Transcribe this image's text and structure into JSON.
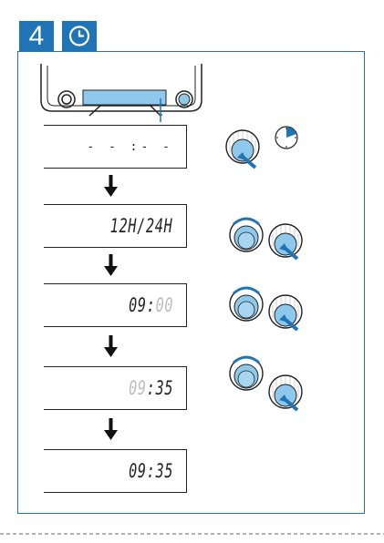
{
  "header": {
    "step_number": "4",
    "clock_icon": "clock-icon"
  },
  "colors": {
    "accent": "#1f74b6",
    "knob_blue": "#8ec9ec",
    "ink": "#222222",
    "dim": "#bcbcbc"
  },
  "display": {
    "steps": [
      {
        "text": "- - :- -"
      },
      {
        "text": "12H/24H"
      },
      {
        "bright": "09:",
        "dim": "00"
      },
      {
        "dim": "09",
        "bright": ":35"
      },
      {
        "text": "09:35"
      }
    ]
  }
}
